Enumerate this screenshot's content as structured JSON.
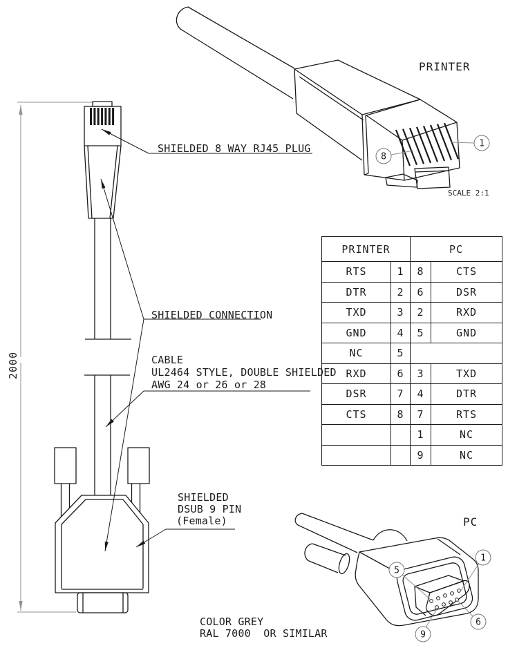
{
  "colors": {
    "line": "#1a1a1a",
    "dim": "#8f8f8f",
    "balloon": "#777777",
    "background": "#ffffff"
  },
  "drawing": {
    "dimension_length": "2000",
    "callouts": {
      "rj45": "SHIELDED 8 WAY RJ45 PLUG",
      "shielded_connection": "SHIELDED CONNECTION",
      "cable": [
        "CABLE",
        "UL2464 STYLE, DOUBLE SHIELDED",
        "AWG 24 or 26 or 28"
      ],
      "dsub": [
        "SHIELDED",
        "DSUB 9 PIN",
        "(Female)"
      ],
      "color_note": [
        "COLOR GREY",
        "RAL 7000  OR SIMILAR"
      ]
    },
    "views": {
      "printer": "PRINTER",
      "pc": "PC",
      "scale": "SCALE 2:1"
    },
    "balloons": {
      "printer_pin8": "8",
      "printer_pin1": "1",
      "pc_pin5": "5",
      "pc_pin1": "1",
      "pc_pin6": "6",
      "pc_pin9": "9"
    }
  },
  "pinout_table": {
    "headers": {
      "printer": "PRINTER",
      "pc": "PC"
    },
    "rows": [
      {
        "printer_signal": "RTS",
        "printer_pin": "1",
        "pc_pin": "8",
        "pc_signal": "CTS"
      },
      {
        "printer_signal": "DTR",
        "printer_pin": "2",
        "pc_pin": "6",
        "pc_signal": "DSR"
      },
      {
        "printer_signal": "TXD",
        "printer_pin": "3",
        "pc_pin": "2",
        "pc_signal": "RXD"
      },
      {
        "printer_signal": "GND",
        "printer_pin": "4",
        "pc_pin": "5",
        "pc_signal": "GND"
      },
      {
        "printer_signal": "NC",
        "printer_pin": "5",
        "pc_pin": "",
        "pc_signal": ""
      },
      {
        "printer_signal": "RXD",
        "printer_pin": "6",
        "pc_pin": "3",
        "pc_signal": "TXD"
      },
      {
        "printer_signal": "DSR",
        "printer_pin": "7",
        "pc_pin": "4",
        "pc_signal": "DTR"
      },
      {
        "printer_signal": "CTS",
        "printer_pin": "8",
        "pc_pin": "7",
        "pc_signal": "RTS"
      },
      {
        "printer_signal": "",
        "printer_pin": "",
        "pc_pin": "1",
        "pc_signal": "NC"
      },
      {
        "printer_signal": "",
        "printer_pin": "",
        "pc_pin": "9",
        "pc_signal": "NC"
      }
    ]
  }
}
